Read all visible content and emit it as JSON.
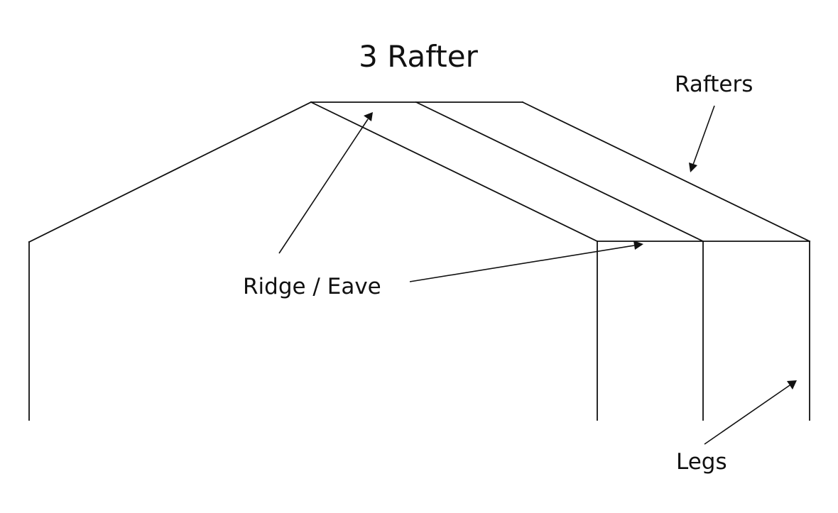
{
  "title": "3 Rafter",
  "labels": {
    "rafters": "Rafters",
    "ridge_eave": "Ridge / Eave",
    "legs": "Legs"
  }
}
